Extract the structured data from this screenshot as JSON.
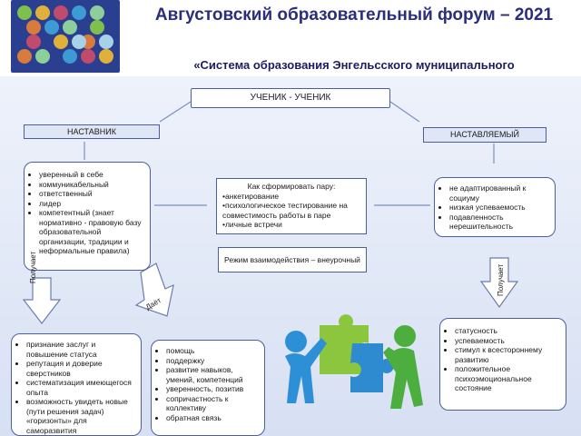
{
  "header": {
    "title": "Августовский образовательный форум – 2021",
    "subtitle": "«Система образования Энгельсского муниципального"
  },
  "top_box": "УЧЕНИК - УЧЕНИК",
  "mentor_header": "НАСТАВНИК",
  "mentee_header": "НАСТАВЛЯЕМЫЙ",
  "mentor_traits": [
    "уверенный в себе",
    "коммуникабельный",
    "ответственный",
    "лидер",
    "компетентный (знает нормативно - правовую базу образовательной организации, традиции и неформальные правила)"
  ],
  "pair_box": {
    "title": "Как сформировать пару:",
    "items": [
      "•анкетирование",
      "•психологическое тестирование на совместимость работы в паре",
      "•личные встречи"
    ]
  },
  "mode_box": "Режим взаимодействия – внеурочный",
  "mentee_traits": [
    "не адаптированный к социуму",
    "низкая успеваемость",
    "подавленность нерешительность"
  ],
  "arrows": {
    "receives": "Получает",
    "gives": "Даёт",
    "receives2": "Получает"
  },
  "mentor_gets": [
    "признание заслуг и повышение статуса",
    "репутация и доверие сверстников",
    "систематизация имеющегося опыта",
    "возможность увидеть новые (пути решения задач) «горизонты» для саморазвития"
  ],
  "mentor_gives": [
    "помощь",
    "поддержку",
    "развитие навыков, умений, компетенций",
    "уверенность, позитив",
    "сопричастность к коллективу",
    "обратная связь"
  ],
  "mentee_gets": [
    "статусность",
    "успеваемость",
    "стимул к всестороннему развитию",
    "положительное психоэмоциональное состояние"
  ],
  "colors": {
    "title": "#2b2e7a",
    "border": "#4b5f9c",
    "figure1": "#2d8fd6",
    "figure2": "#4cae3f"
  }
}
